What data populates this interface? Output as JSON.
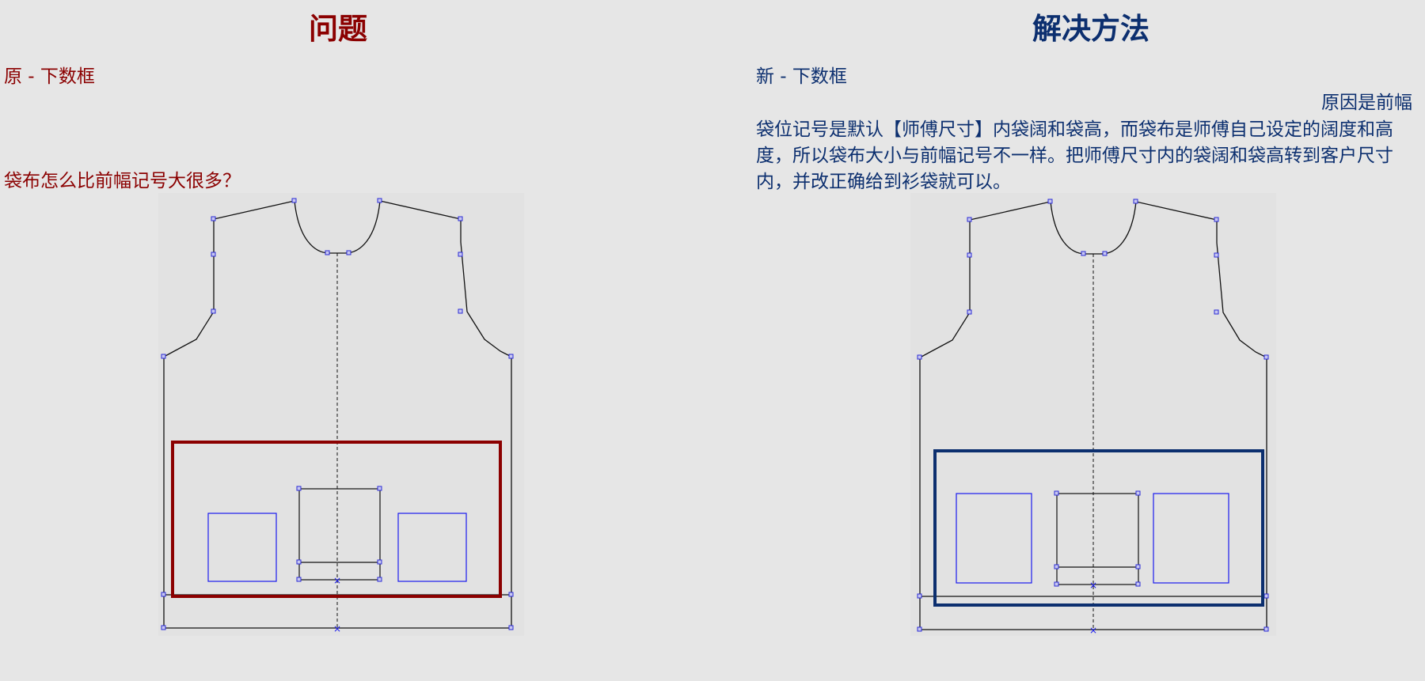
{
  "left": {
    "title": "问题",
    "subtitle": "原 - 下数框",
    "question": "袋布怎么比前幅记号大很多？",
    "highlight_color": "#8b0000"
  },
  "right": {
    "title": "解决方法",
    "subtitle": "新 - 下数框",
    "reason_prefix": "原因是前幅",
    "explanation_line1": "袋位记号是默认【师傅尺寸】内袋阔和袋高，而袋布是师傅自己设定的阔度和高",
    "explanation_line2": "度，所以袋布大小与前幅记号不一样。把师傅尺寸内的袋阔和袋高转到客户尺寸",
    "explanation_line3": "内，并改正确给到衫袋就可以。",
    "highlight_color": "#0c2f6f"
  },
  "colors": {
    "background": "#e6e6e6",
    "panel": "#e2e2e2",
    "outline": "#111111",
    "pocket_blue": "#1a1aee",
    "handle": "#2b2bd6"
  }
}
